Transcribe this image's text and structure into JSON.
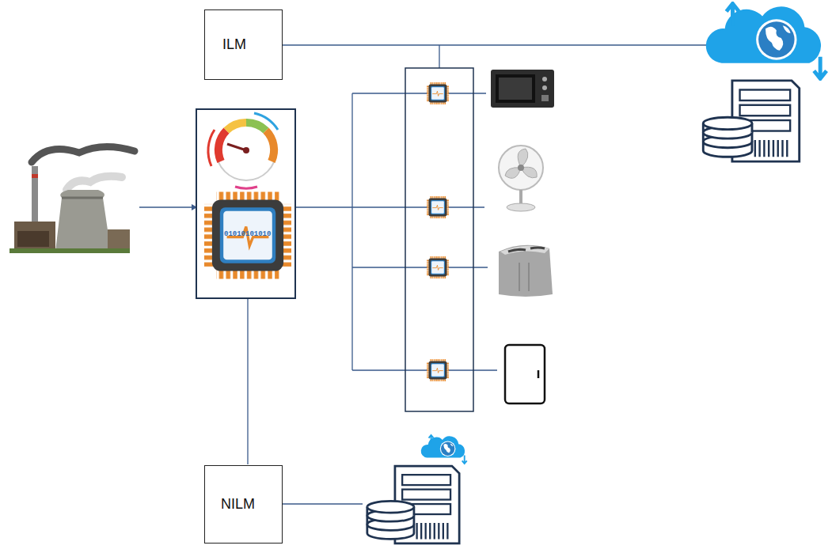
{
  "diagram": {
    "nodes": [
      {
        "text": [
          "ILM"
        ]
      },
      {
        "text": [
          "NILM"
        ]
      }
    ],
    "labels": [
      "01010101010"
    ]
  }
}
